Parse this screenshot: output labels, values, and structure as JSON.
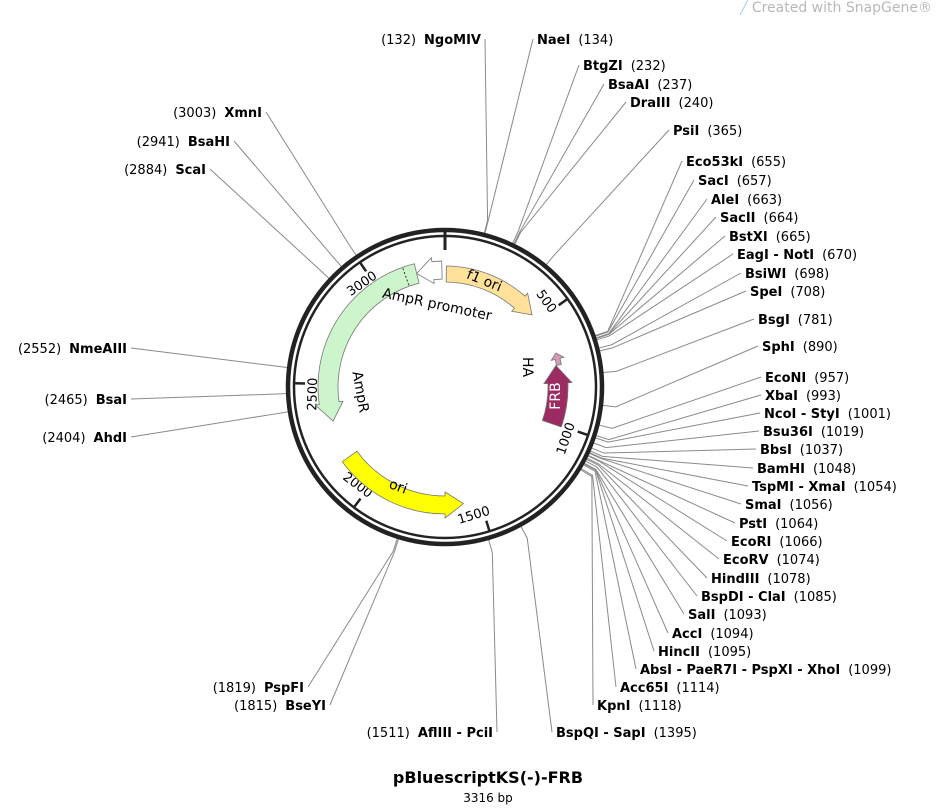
{
  "watermark": "Created with SnapGene®",
  "plasmid": {
    "name": "pBluescriptKS(-)-FRB",
    "length_label": "3316 bp",
    "length": 3316
  },
  "ticks": [
    {
      "bp": 500,
      "label": "500"
    },
    {
      "bp": 1000,
      "label": "1000"
    },
    {
      "bp": 1500,
      "label": "1500"
    },
    {
      "bp": 2000,
      "label": "2000"
    },
    {
      "bp": 2500,
      "label": "2500"
    },
    {
      "bp": 3000,
      "label": "3000"
    }
  ],
  "features": [
    {
      "name": "f1 ori",
      "start": 6,
      "end": 464,
      "direction": "cw",
      "color": "#ffe199"
    },
    {
      "name": "AmpR promoter",
      "start": 3302,
      "end": 3187,
      "direction": "ccw",
      "color": "#ffffff"
    },
    {
      "name": "AmpR",
      "start": 3187,
      "end": 2331,
      "direction": "ccw",
      "color": "#ccf5cc"
    },
    {
      "name": "ori",
      "start": 2155,
      "end": 1575,
      "direction": "ccw",
      "color": "#ffff00"
    },
    {
      "name": "FRB",
      "start": 1004,
      "end": 728,
      "direction": "ccw",
      "color": "#9b2b61"
    },
    {
      "name": "HA",
      "start": 728,
      "end": 672,
      "direction": "ccw",
      "color": "#d898b8"
    }
  ],
  "enzymes": [
    {
      "name": "NgoMIV",
      "pos": "(132)",
      "bp": 132
    },
    {
      "name": "NaeI",
      "pos": "(134)",
      "bp": 134
    },
    {
      "name": "BtgZI",
      "pos": "(232)",
      "bp": 232
    },
    {
      "name": "BsaAI",
      "pos": "(237)",
      "bp": 237
    },
    {
      "name": "DraIII",
      "pos": "(240)",
      "bp": 240
    },
    {
      "name": "PsiI",
      "pos": "(365)",
      "bp": 365
    },
    {
      "name": "Eco53kI",
      "pos": "(655)",
      "bp": 655
    },
    {
      "name": "SacI",
      "pos": "(657)",
      "bp": 657
    },
    {
      "name": "AleI",
      "pos": "(663)",
      "bp": 663
    },
    {
      "name": "SacII",
      "pos": "(664)",
      "bp": 664
    },
    {
      "name": "BstXI",
      "pos": "(665)",
      "bp": 665
    },
    {
      "name": "EagI - NotI",
      "pos": "(670)",
      "bp": 670
    },
    {
      "name": "BsiWI",
      "pos": "(698)",
      "bp": 698
    },
    {
      "name": "SpeI",
      "pos": "(708)",
      "bp": 708
    },
    {
      "name": "BsgI",
      "pos": "(781)",
      "bp": 781
    },
    {
      "name": "SphI",
      "pos": "(890)",
      "bp": 890
    },
    {
      "name": "EcoNI",
      "pos": "(957)",
      "bp": 957
    },
    {
      "name": "XbaI",
      "pos": "(993)",
      "bp": 993
    },
    {
      "name": "NcoI - StyI",
      "pos": "(1001)",
      "bp": 1001
    },
    {
      "name": "Bsu36I",
      "pos": "(1019)",
      "bp": 1019
    },
    {
      "name": "BbsI",
      "pos": "(1037)",
      "bp": 1037
    },
    {
      "name": "BamHI",
      "pos": "(1048)",
      "bp": 1048
    },
    {
      "name": "TspMI - XmaI",
      "pos": "(1054)",
      "bp": 1054
    },
    {
      "name": "SmaI",
      "pos": "(1056)",
      "bp": 1056
    },
    {
      "name": "PstI",
      "pos": "(1064)",
      "bp": 1064
    },
    {
      "name": "EcoRI",
      "pos": "(1066)",
      "bp": 1066
    },
    {
      "name": "EcoRV",
      "pos": "(1074)",
      "bp": 1074
    },
    {
      "name": "HindIII",
      "pos": "(1078)",
      "bp": 1078
    },
    {
      "name": "BspDI - ClaI",
      "pos": "(1085)",
      "bp": 1085
    },
    {
      "name": "SalI",
      "pos": "(1093)",
      "bp": 1093
    },
    {
      "name": "AccI",
      "pos": "(1094)",
      "bp": 1094
    },
    {
      "name": "HincII",
      "pos": "(1095)",
      "bp": 1095
    },
    {
      "name": "AbsI - PaeR7I - PspXI - XhoI",
      "pos": "(1099)",
      "bp": 1099
    },
    {
      "name": "Acc65I",
      "pos": "(1114)",
      "bp": 1114
    },
    {
      "name": "KpnI",
      "pos": "(1118)",
      "bp": 1118
    },
    {
      "name": "BspQI - SapI",
      "pos": "(1395)",
      "bp": 1395
    },
    {
      "name": "AflIII - PciI",
      "pos": "(1511)",
      "bp": 1511
    },
    {
      "name": "BseYI",
      "pos": "(1815)",
      "bp": 1815
    },
    {
      "name": "PspFI",
      "pos": "(1819)",
      "bp": 1819
    },
    {
      "name": "AhdI",
      "pos": "(2404)",
      "bp": 2404
    },
    {
      "name": "BsaI",
      "pos": "(2465)",
      "bp": 2465
    },
    {
      "name": "NmeAIII",
      "pos": "(2552)",
      "bp": 2552
    },
    {
      "name": "ScaI",
      "pos": "(2884)",
      "bp": 2884
    },
    {
      "name": "BsaHI",
      "pos": "(2941)",
      "bp": 2941
    },
    {
      "name": "XmnI",
      "pos": "(3003)",
      "bp": 3003
    }
  ]
}
